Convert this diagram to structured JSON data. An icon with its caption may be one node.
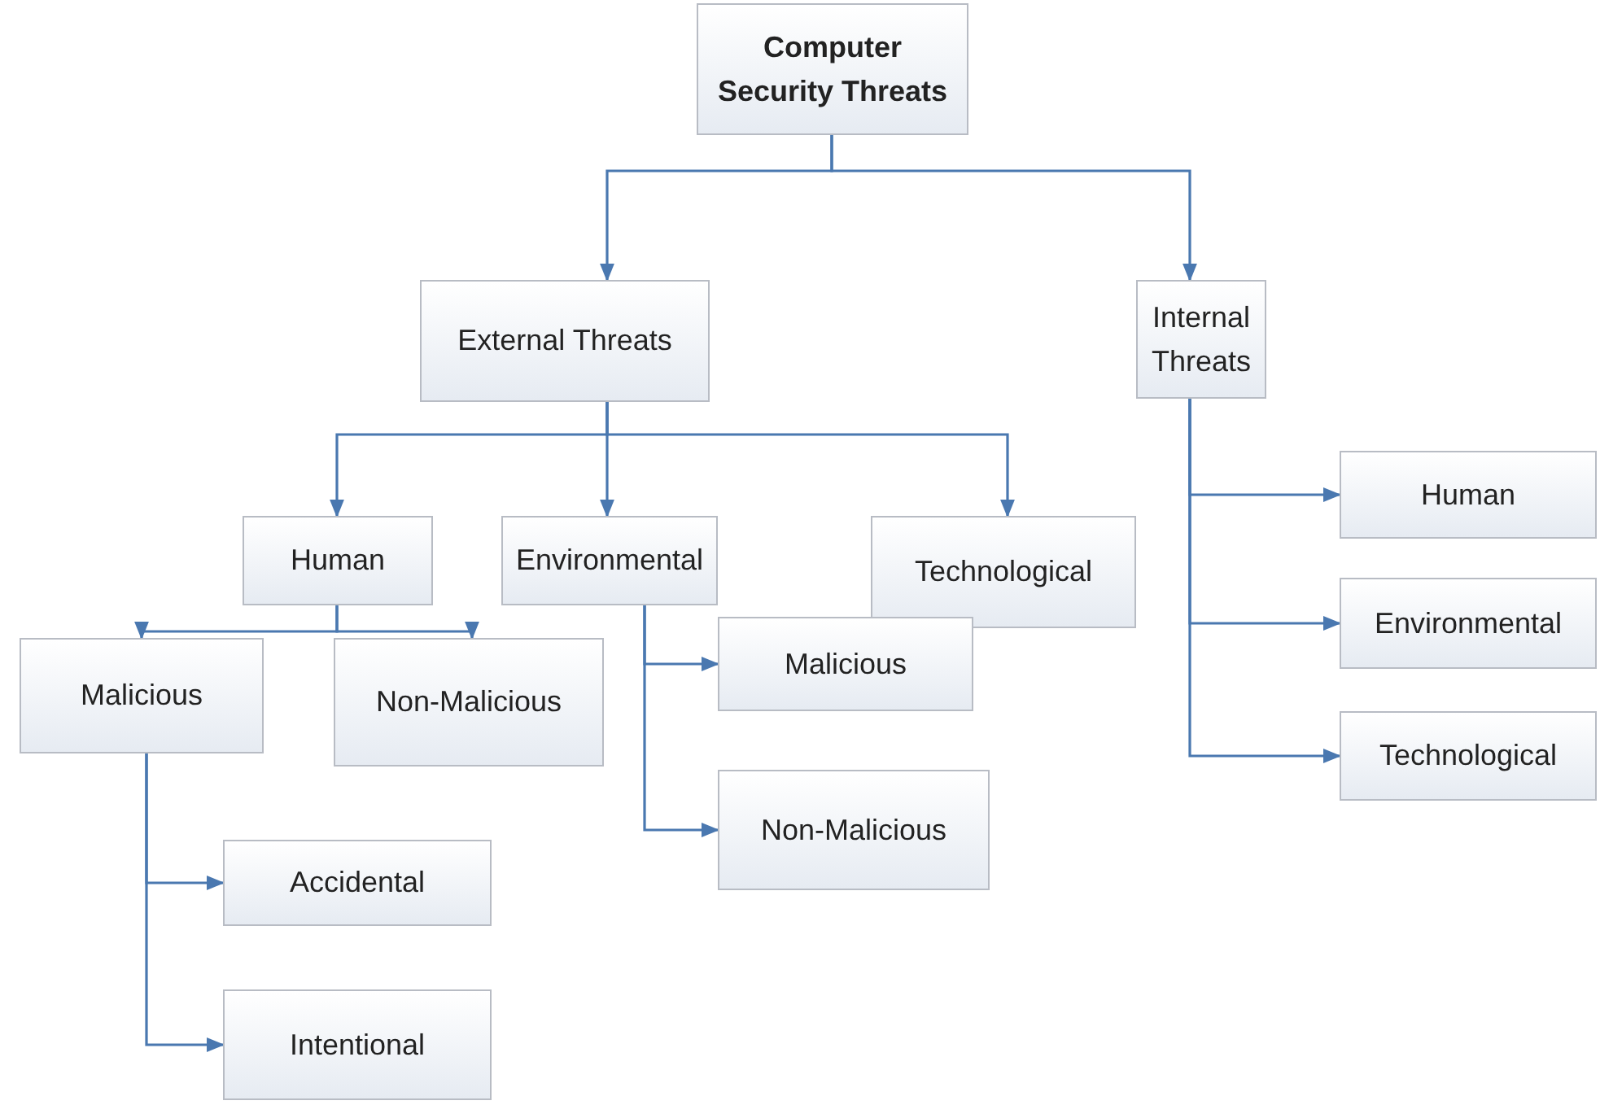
{
  "diagram": {
    "nodes": [
      {
        "text": [
          "Computer Security Threats"
        ]
      },
      {
        "text": [
          "External Threats"
        ]
      },
      {
        "text": [
          "Internal Threats"
        ]
      },
      {
        "text": [
          "Human"
        ]
      },
      {
        "text": [
          "Environmental"
        ]
      },
      {
        "text": [
          "Technological"
        ]
      },
      {
        "text": [
          "Human"
        ]
      },
      {
        "text": [
          "Environmental"
        ]
      },
      {
        "text": [
          "Technological"
        ]
      },
      {
        "text": [
          "Malicious"
        ]
      },
      {
        "text": [
          "Non-Malicious"
        ]
      },
      {
        "text": [
          "Malicious"
        ]
      },
      {
        "text": [
          "Non-Malicious"
        ]
      },
      {
        "text": [
          "Accidental"
        ]
      },
      {
        "text": [
          "Intentional"
        ]
      }
    ],
    "edges": [
      {
        "from": 0,
        "to": 1,
        "arrow": "to"
      },
      {
        "from": 0,
        "to": 2,
        "arrow": "to"
      },
      {
        "from": 1,
        "to": 3,
        "arrow": "to"
      },
      {
        "from": 1,
        "to": 4,
        "arrow": "to"
      },
      {
        "from": 1,
        "to": 5,
        "arrow": "to"
      },
      {
        "from": 2,
        "to": 6,
        "arrow": "to"
      },
      {
        "from": 2,
        "to": 7,
        "arrow": "to"
      },
      {
        "from": 2,
        "to": 8,
        "arrow": "to"
      },
      {
        "from": 3,
        "to": 9,
        "arrow": "to"
      },
      {
        "from": 3,
        "to": 10,
        "arrow": "to"
      },
      {
        "from": 4,
        "to": 11,
        "arrow": "to"
      },
      {
        "from": 4,
        "to": 12,
        "arrow": "to"
      },
      {
        "from": 9,
        "to": 13,
        "arrow": "to"
      },
      {
        "from": 9,
        "to": 14,
        "arrow": "to"
      }
    ]
  }
}
